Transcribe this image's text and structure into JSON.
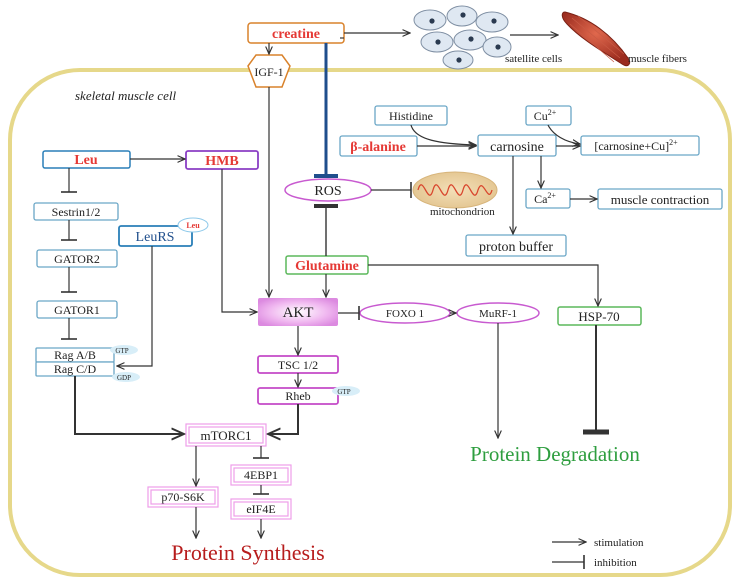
{
  "cell_label": "skeletal muscle cell",
  "nodes": {
    "creatine": "creatine",
    "igf1": "IGF-1",
    "satellite_cells": "satellite cells",
    "muscle_fibers": "muscle fibers",
    "leu": "Leu",
    "hmb": "HMB",
    "ros": "ROS",
    "mitochondrion": "mitochondrion",
    "histidine": "Histidine",
    "cu": "Cu",
    "cu_sup": "2+",
    "beta_alanine": "β-alanine",
    "carnosine": "carnosine",
    "carnosine_cu": "[carnosine+Cu]",
    "carnosine_cu_sup": "2+",
    "ca": "Ca",
    "ca_sup": "2+",
    "muscle_contraction": "muscle contraction",
    "proton_buffer": "proton buffer",
    "sestrin": "Sestrin1/2",
    "leurs": "LeuRS",
    "leurs_badge": "Leu",
    "gator2": "GATOR2",
    "gator1": "GATOR1",
    "rag_ab": "Rag A/B",
    "rag_cd": "Rag C/D",
    "gtp_rag": "GTP",
    "gdp_rag": "GDP",
    "glutamine": "Glutamine",
    "akt": "AKT",
    "foxo1": "FOXO 1",
    "murf1": "MuRF-1",
    "hsp70": "HSP-70",
    "tsc": "TSC 1/2",
    "rheb": "Rheb",
    "gtp_rheb": "GTP",
    "mtorc1": "mTORC1",
    "ebp1": "4EBP1",
    "eif4e": "eIF4E",
    "p70": "p70-S6K",
    "protein_synthesis": "Protein Synthesis",
    "protein_degradation": "Protein Degradation"
  },
  "legend": {
    "stimulation": "stimulation",
    "inhibition": "inhibition"
  },
  "colors": {
    "cell_border": "#e6d88a",
    "node_blue": "#2a7fb8",
    "node_orange": "#d9822b",
    "node_purple": "#b84fc8",
    "node_pink": "#e58de3",
    "node_green": "#5cb85c",
    "text_red": "#e53935",
    "text_dark_red": "#b71c1c",
    "text_green": "#2e9e3f",
    "navy": "#1f4e8c"
  }
}
